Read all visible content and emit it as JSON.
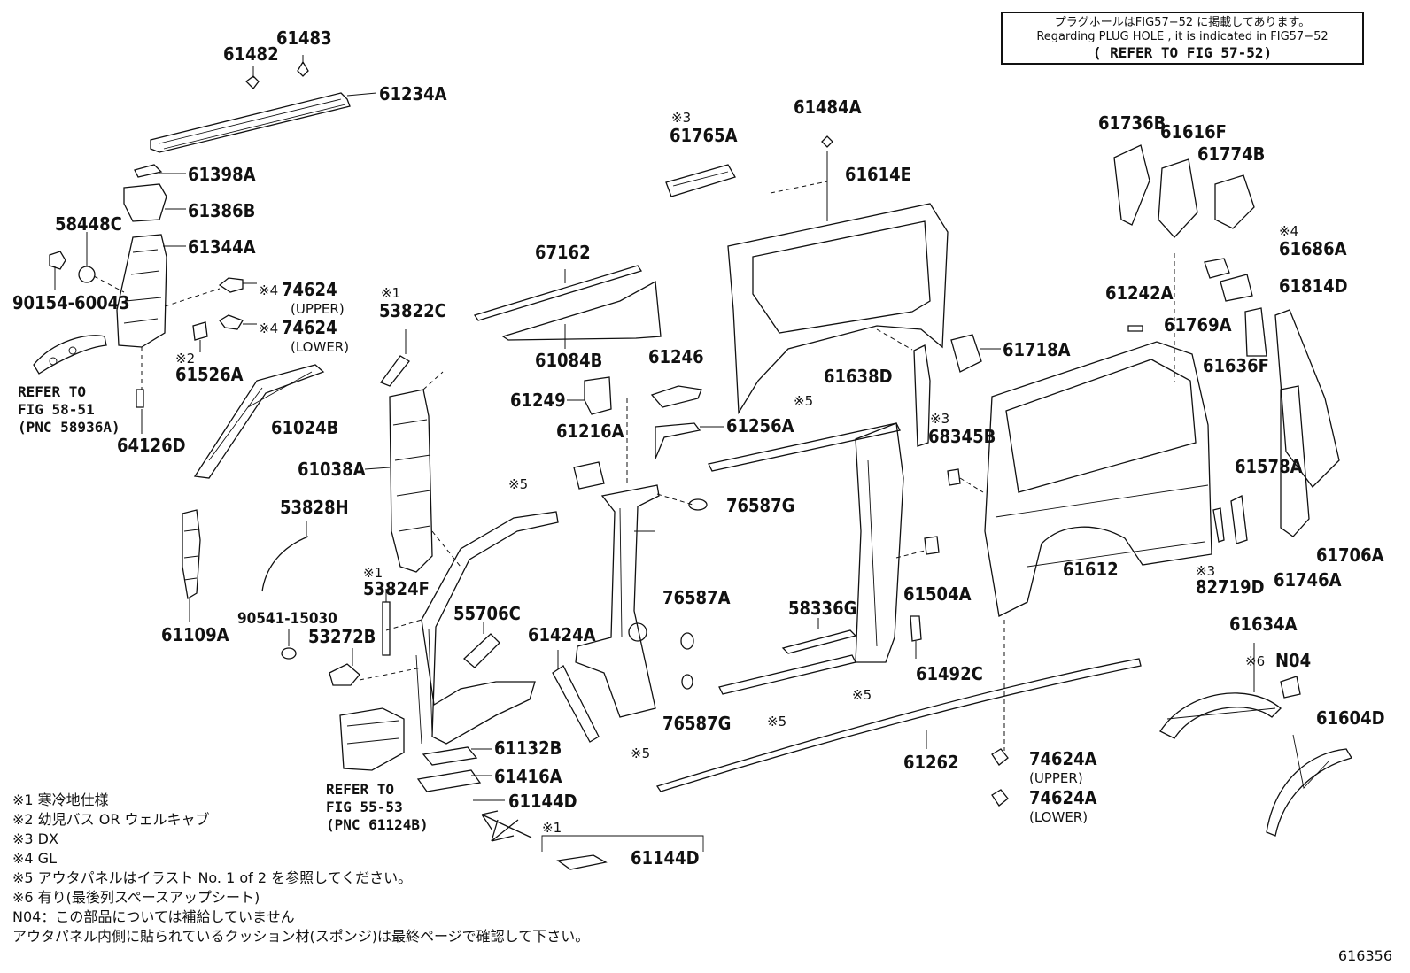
{
  "note": {
    "line1": "プラグホールはFIG57−52 に掲載してあります。",
    "line2": "Regarding PLUG HOLE , it is indicated in FIG57−52",
    "line3": "( REFER TO FIG 57-52)"
  },
  "parts": {
    "p61482": "61482",
    "p61483": "61483",
    "p61234A": "61234A",
    "p61398A": "61398A",
    "p61386B": "61386B",
    "p58448C": "58448C",
    "p61344A": "61344A",
    "p90154": "90154-60043",
    "p74624_u": "74624",
    "p74624_l": "74624",
    "p61526A": "61526A",
    "p53822C": "53822C",
    "p67162": "67162",
    "p61084B": "61084B",
    "p61765A": "61765A",
    "p61484A": "61484A",
    "p61614E": "61614E",
    "p61736B": "61736B",
    "p61616F": "61616F",
    "p61774B": "61774B",
    "p61686A": "61686A",
    "p61814D": "61814D",
    "p61242A": "61242A",
    "p61769A": "61769A",
    "p61636F": "61636F",
    "p61246": "61246",
    "p61249": "61249",
    "p61024B": "61024B",
    "p64126D": "64126D",
    "p61038A": "61038A",
    "p61216A": "61216A",
    "p61256A": "61256A",
    "p61638D": "61638D",
    "p61718A": "61718A",
    "p68345B": "68345B",
    "p53828H": "53828H",
    "p76587G_1": "76587G",
    "p61578A": "61578A",
    "p61109A": "61109A",
    "p53824F": "53824F",
    "p90541": "90541-15030",
    "p53272B": "53272B",
    "p55706C": "55706C",
    "p76587A": "76587A",
    "p61504A": "61504A",
    "p58336G": "58336G",
    "p61424A": "61424A",
    "p61612": "61612",
    "p82719D": "82719D",
    "p61706A": "61706A",
    "p61746A": "61746A",
    "p61634A": "61634A",
    "pN04": "N04",
    "p61492C": "61492C",
    "p61132B": "61132B",
    "p76587G_2": "76587G",
    "p61416A": "61416A",
    "p61144D_1": "61144D",
    "p61262": "61262",
    "p74624A_u": "74624A",
    "p74624A_l": "74624A",
    "p61604D": "61604D",
    "p61144D_2": "61144D"
  },
  "subs": {
    "upper1": "(UPPER)",
    "lower1": "(LOWER)",
    "upper2": "(UPPER)",
    "lower2": "(LOWER)"
  },
  "marks": {
    "m4a": "※4",
    "m4b": "※4",
    "m2": "※2",
    "m1a": "※1",
    "m3a": "※3",
    "m4c": "※4",
    "m5a": "※5",
    "m3b": "※3",
    "m5b": "※5",
    "m1b": "※1",
    "m6": "※6",
    "m3c": "※3",
    "m5c": "※5",
    "m5d": "※5",
    "m5e": "※5",
    "m1c": "※1"
  },
  "refs": {
    "r1_1": "REFER TO",
    "r1_2": "FIG 58-51",
    "r1_3": "(PNC 58936A)",
    "r2_1": "REFER TO",
    "r2_2": "FIG 55-53",
    "r2_3": "(PNC 61124B)"
  },
  "legend": [
    "※1 寒冷地仕様",
    "※2 幼児バス OR ウェルキャブ",
    "※3 DX",
    "※4 GL",
    "※5 アウタパネルはイラスト No. 1 of 2 を参照してください。",
    "※6 有り(最後列スペースアップシート)",
    "N04：この部品については補給していません",
    "アウタパネル内側に貼られているクッション材(スポンジ)は最終ページで確認して下さい。"
  ],
  "figure_number": "616356"
}
